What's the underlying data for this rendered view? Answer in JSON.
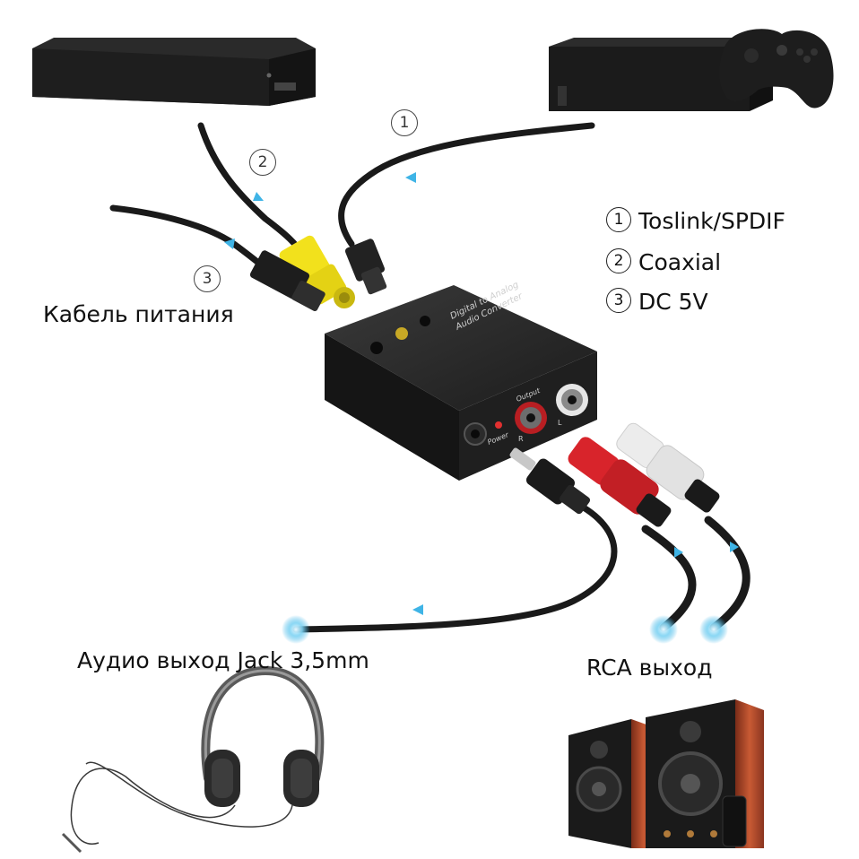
{
  "legend": [
    {
      "num": "1",
      "text": "Toslink/SPDIF"
    },
    {
      "num": "2",
      "text": "Coaxial"
    },
    {
      "num": "3",
      "text": "DC 5V"
    }
  ],
  "step_markers": {
    "one": "1",
    "two": "2",
    "three": "3"
  },
  "labels": {
    "power_cable": "Кабель питания",
    "jack_output": "Аудио выход Jack 3,5mm",
    "rca_output": "RCA выход"
  },
  "device": {
    "top_text_1": "Digital to Analog",
    "top_text_2": "Audio Converter",
    "output_label": "Output",
    "power_label": "Power",
    "l_label": "L",
    "r_label": "R"
  },
  "colors": {
    "device_body": "#1b1b1b",
    "coaxial_plug": "#f2e11c",
    "rca_red": "#d8242b",
    "rca_white": "#e9e9e9",
    "cable": "#1a1a1a",
    "arrow": "#3fb4e6",
    "speaker_wood": "#b0472a"
  }
}
